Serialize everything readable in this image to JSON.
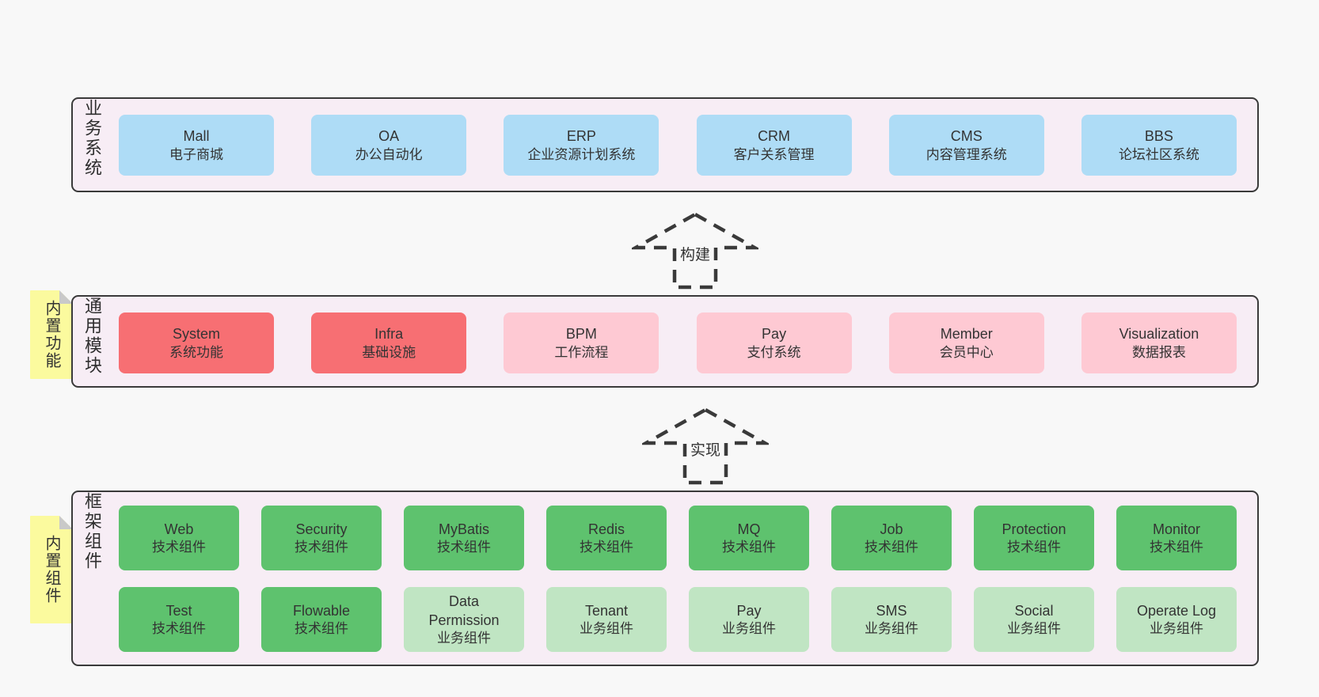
{
  "palette": {
    "page_background": "#f8f8f8",
    "container_background": "#f7edf5",
    "container_border": "#3a3a3a",
    "blue_box": "#aedcf6",
    "red_box": "#f76f73",
    "pink_box": "#fec9d3",
    "green_box": "#5ec26e",
    "light_green_box": "#c0e5c3",
    "sticky_tab": "#fbfa9e",
    "fold_gray": "#c9c9c9",
    "text": "#333333"
  },
  "sections": {
    "business": {
      "label": "业务系统",
      "boxes": [
        {
          "title": "Mall",
          "subtitle": "电子商城",
          "variant": "blue"
        },
        {
          "title": "OA",
          "subtitle": "办公自动化",
          "variant": "blue"
        },
        {
          "title": "ERP",
          "subtitle": "企业资源计划系统",
          "variant": "blue"
        },
        {
          "title": "CRM",
          "subtitle": "客户关系管理",
          "variant": "blue"
        },
        {
          "title": "CMS",
          "subtitle": "内容管理系统",
          "variant": "blue"
        },
        {
          "title": "BBS",
          "subtitle": "论坛社区系统",
          "variant": "blue"
        }
      ]
    },
    "modules": {
      "label": "通用模块",
      "tab": "内置功能",
      "boxes": [
        {
          "title": "System",
          "subtitle": "系统功能",
          "variant": "red"
        },
        {
          "title": "Infra",
          "subtitle": "基础设施",
          "variant": "red"
        },
        {
          "title": "BPM",
          "subtitle": "工作流程",
          "variant": "pink"
        },
        {
          "title": "Pay",
          "subtitle": "支付系统",
          "variant": "pink"
        },
        {
          "title": "Member",
          "subtitle": "会员中心",
          "variant": "pink"
        },
        {
          "title": "Visualization",
          "subtitle": "数据报表",
          "variant": "pink"
        }
      ]
    },
    "components": {
      "label": "框架组件",
      "tab": "内置组件",
      "rows": {
        "r1": [
          {
            "title": "Web",
            "subtitle": "技术组件",
            "variant": "green"
          },
          {
            "title": "Security",
            "subtitle": "技术组件",
            "variant": "green"
          },
          {
            "title": "MyBatis",
            "subtitle": "技术组件",
            "variant": "green"
          },
          {
            "title": "Redis",
            "subtitle": "技术组件",
            "variant": "green"
          },
          {
            "title": "MQ",
            "subtitle": "技术组件",
            "variant": "green"
          },
          {
            "title": "Job",
            "subtitle": "技术组件",
            "variant": "green"
          },
          {
            "title": "Protection",
            "subtitle": "技术组件",
            "variant": "green"
          },
          {
            "title": "Monitor",
            "subtitle": "技术组件",
            "variant": "green"
          }
        ],
        "r2": [
          {
            "title": "Test",
            "subtitle": "技术组件",
            "variant": "green"
          },
          {
            "title": "Flowable",
            "subtitle": "技术组件",
            "variant": "green"
          },
          {
            "title": "Data Permission",
            "subtitle": "业务组件",
            "variant": "lightgreen"
          },
          {
            "title": "Tenant",
            "subtitle": "业务组件",
            "variant": "lightgreen"
          },
          {
            "title": "Pay",
            "subtitle": "业务组件",
            "variant": "lightgreen"
          },
          {
            "title": "SMS",
            "subtitle": "业务组件",
            "variant": "lightgreen"
          },
          {
            "title": "Social",
            "subtitle": "业务组件",
            "variant": "lightgreen"
          },
          {
            "title": "Operate Log",
            "subtitle": "业务组件",
            "variant": "lightgreen"
          }
        ]
      }
    }
  },
  "arrows": [
    {
      "label": "构建"
    },
    {
      "label": "实现"
    }
  ]
}
